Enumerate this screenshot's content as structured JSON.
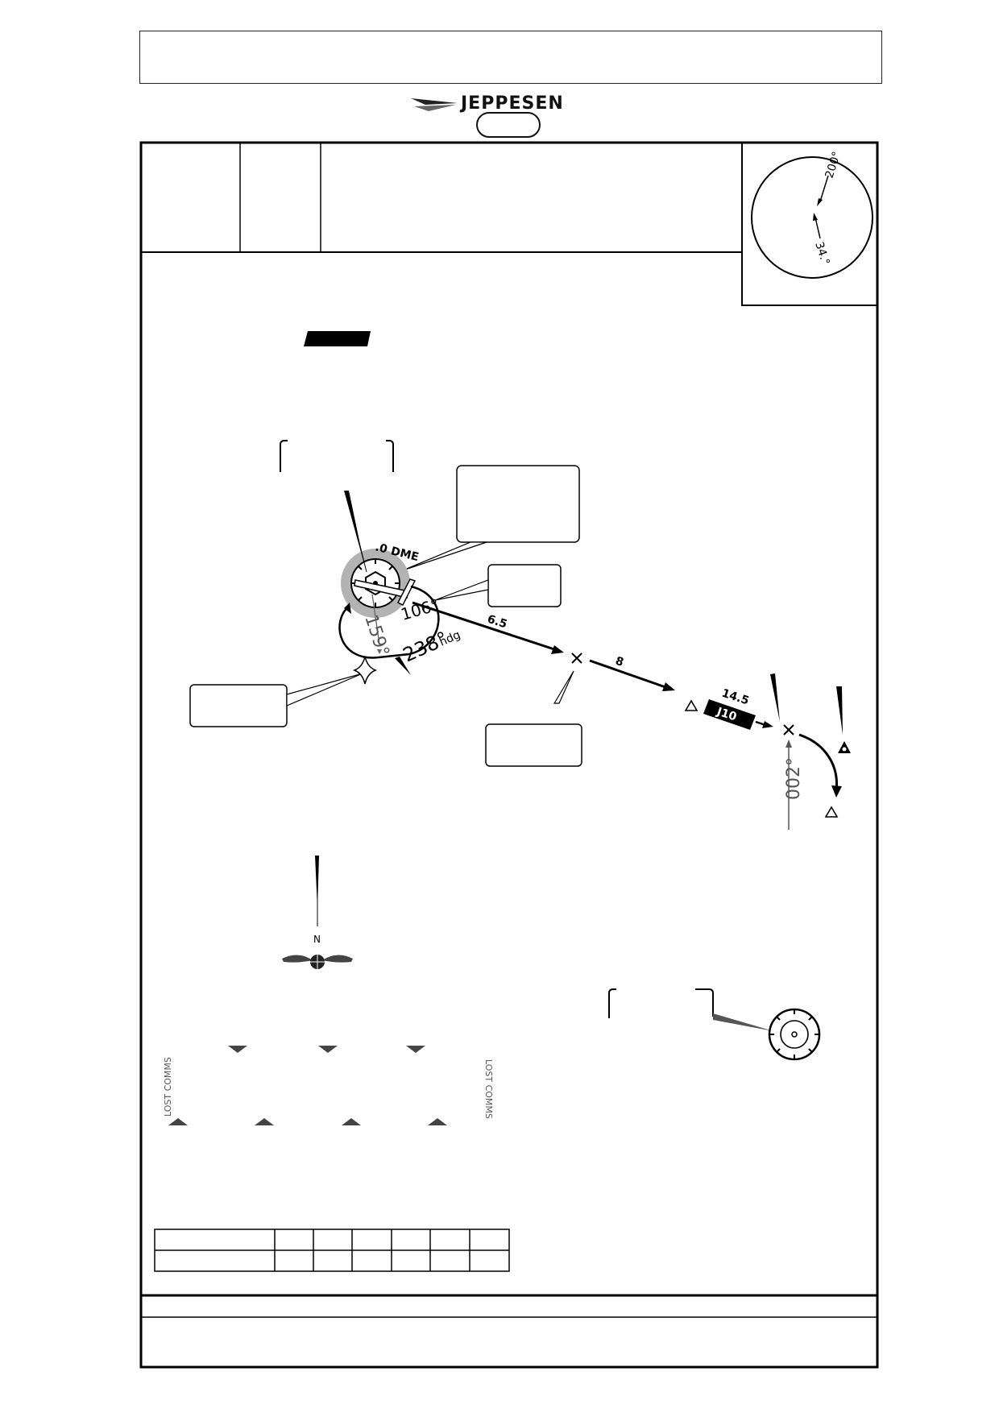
{
  "header": {
    "brand": "JEPPESEN"
  },
  "minimums_circle": {
    "outbound_label": "200°",
    "inbound_label": "34.°"
  },
  "procedure": {
    "dme_label": ".0 DME",
    "holding_inbound_course": "159°",
    "outbound_radial": "106°",
    "heading_label": "238°",
    "heading_suffix": "hdg",
    "leg1_distance": "6.5",
    "leg2_distance": "8",
    "leg3_distance": "14.5",
    "airway": "J10",
    "final_course": "002°"
  },
  "north_arrow": {
    "label": "N"
  },
  "lost_comms": {
    "left_label": "LOST COMMS",
    "right_label": "LOST COMMS"
  },
  "colors": {
    "ink": "#000000",
    "gray_text": "#555555",
    "halo": "#b3b3b3"
  }
}
